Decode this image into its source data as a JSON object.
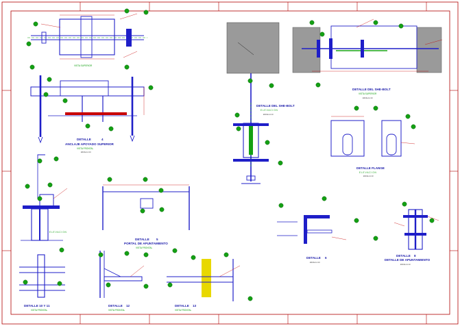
{
  "drawing": {
    "colors": {
      "frame": "#b00000",
      "steel": "#1e1ec8",
      "dim": "#c80000",
      "annotation": "#14a014",
      "concrete": "#9a9a9a",
      "grout": "#e8d800",
      "text": "#1a1aaa"
    },
    "details": [
      {
        "key": "left-top",
        "title": "",
        "subtitle": "VISTA SUPERIOR",
        "scale": ""
      },
      {
        "key": "anclaje",
        "title": "DETALLE",
        "number": "4",
        "line2": "ANCLAJE APOYADO SUPERIOR",
        "subtitle": "VISTA FRONTAL",
        "scale": "ESCALA 1:10"
      },
      {
        "key": "slot",
        "title": "DETALLE DEL SHE-BOLT",
        "subtitle": "E L E V A C I O N",
        "scale": "ESCALA 1:10"
      },
      {
        "key": "she-bolt",
        "title": "DETALLE DEL SHE-BOLT",
        "subtitle": "VISTA SUPERIOR",
        "scale": "ESCALA 1:10"
      },
      {
        "key": "flanges",
        "title": "DETALLE FLANGE",
        "subtitle": "E L E V A C I O N",
        "scale": "ESCALA 1:10"
      },
      {
        "key": "post",
        "title": "",
        "subtitle": "E L E V A C I O N",
        "scale": ""
      },
      {
        "key": "portal",
        "title": "DETALLE",
        "number": "5",
        "line2": "PORTAL DE APUNTAMIENTO",
        "subtitle": "VISTA FRONTAL",
        "scale": "ESCALA 1:10"
      },
      {
        "key": "angle",
        "title": "DETALLE",
        "number": "6",
        "subtitle": "",
        "scale": "ESCALA 1:10"
      },
      {
        "key": "apuntamiento",
        "title": "DETALLE",
        "number": "8",
        "line2": "DETALLE DE APUNTAMIENTO",
        "subtitle": "",
        "scale": "ESCALA 1:10"
      },
      {
        "key": "d10",
        "title": "DETALLE 10 Y 11",
        "subtitle": "VISTA FRONTAL",
        "scale": "ESCALA 1:10"
      },
      {
        "key": "d12",
        "title": "DETALLE",
        "number": "12",
        "subtitle": "VISTA FRONTAL",
        "scale": "ESCALA 1:10"
      },
      {
        "key": "d13",
        "title": "DETALLE",
        "number": "13",
        "subtitle": "VISTA FRONTAL",
        "scale": "ESCALA 1:10"
      }
    ]
  }
}
